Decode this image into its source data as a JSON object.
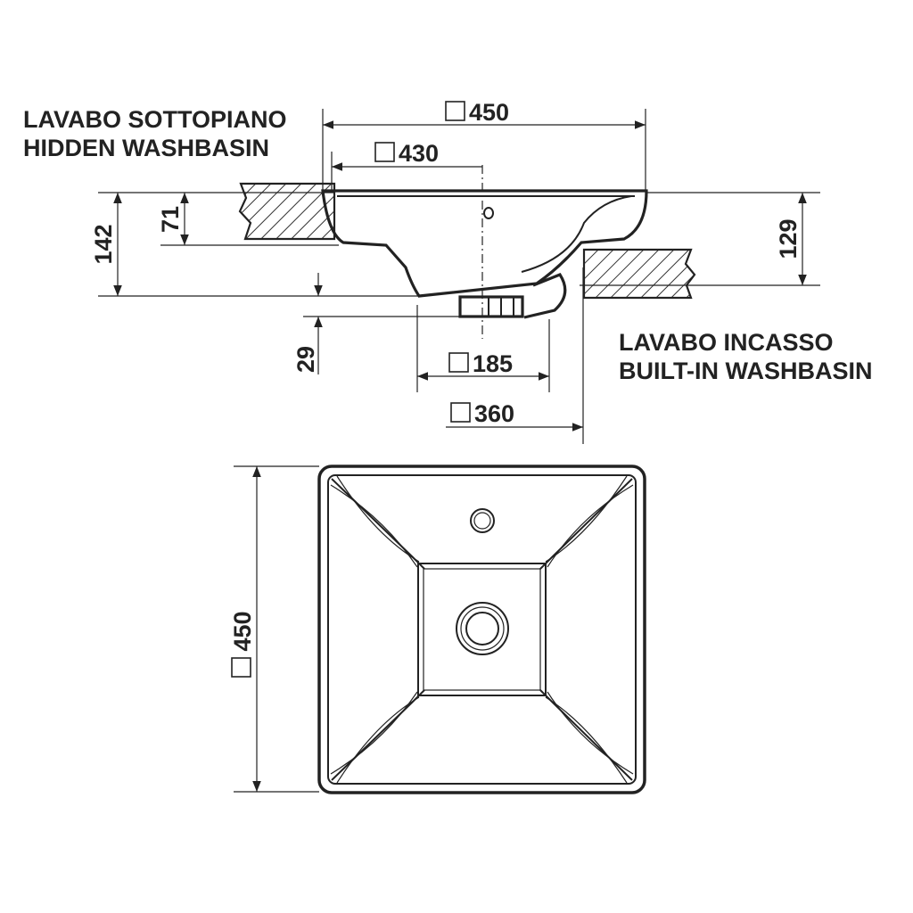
{
  "labels": {
    "hidden_line1": "LAVABO SOTTOPIANO",
    "hidden_line2": "HIDDEN WASHBASIN",
    "builtin_line1": "LAVABO INCASSO",
    "builtin_line2": "BUILT-IN WASHBASIN"
  },
  "dimensions": {
    "top_width": "450",
    "inner_width": "430",
    "height_total": "142",
    "height_rim": "71",
    "height_side": "129",
    "drain_height": "29",
    "base_width": "185",
    "cutout_width": "360",
    "plan_side": "450"
  },
  "colors": {
    "line": "#222222",
    "background": "#ffffff"
  }
}
